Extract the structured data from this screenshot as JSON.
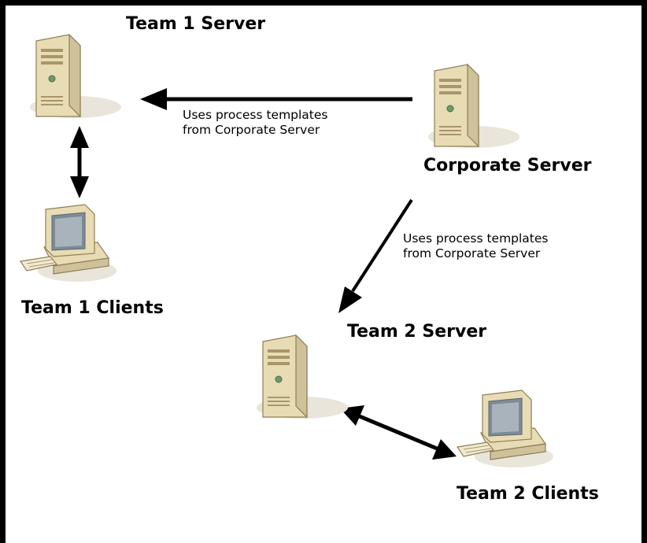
{
  "nodes": {
    "team1_server": {
      "label": "Team 1 Server",
      "icon": "server-tower-icon"
    },
    "corporate_server": {
      "label": "Corporate Server",
      "icon": "server-tower-icon"
    },
    "team1_clients": {
      "label": "Team 1 Clients",
      "icon": "desktop-computer-icon"
    },
    "team2_server": {
      "label": "Team 2 Server",
      "icon": "server-tower-icon"
    },
    "team2_clients": {
      "label": "Team 2 Clients",
      "icon": "desktop-computer-icon"
    }
  },
  "annotations": {
    "corporate_to_team1": {
      "line1": "Uses process templates",
      "line2": "from Corporate Server"
    },
    "corporate_to_team2": {
      "line1": "Uses process templates",
      "line2": "from Corporate Server"
    }
  },
  "colors": {
    "frame": "#000000",
    "server_body": "#e8dcb5",
    "server_shadow": "#cfc19a",
    "server_dark": "#a8966b",
    "monitor_screen": "#7e8b96",
    "arrow": "#000000"
  }
}
